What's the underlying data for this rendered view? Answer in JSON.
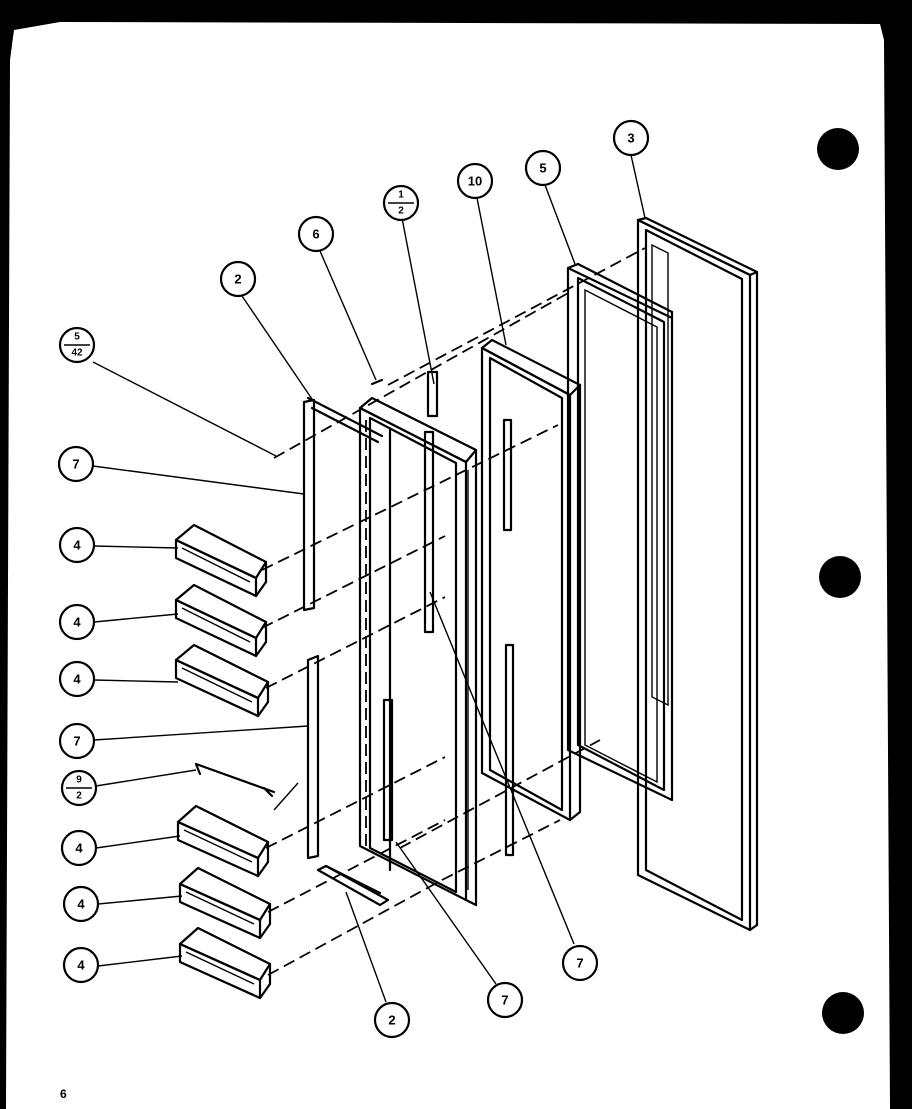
{
  "diagram": {
    "page_number": "6",
    "callouts": {
      "c3": "3",
      "c5": "5",
      "c10": "10",
      "c1_2_top": "1",
      "c1_2_bottom": "2",
      "c6": "6",
      "c2_top": "2",
      "c5_42_top": "5",
      "c5_42_bottom": "42",
      "c7_a": "7",
      "c4_a": "4",
      "c4_b": "4",
      "c4_c": "4",
      "c7_b": "7",
      "c9_2_top": "9",
      "c9_2_bottom": "2",
      "c4_d": "4",
      "c4_e": "4",
      "c4_f": "4",
      "c2_bottom": "2",
      "c7_c": "7",
      "c7_d": "7"
    }
  }
}
